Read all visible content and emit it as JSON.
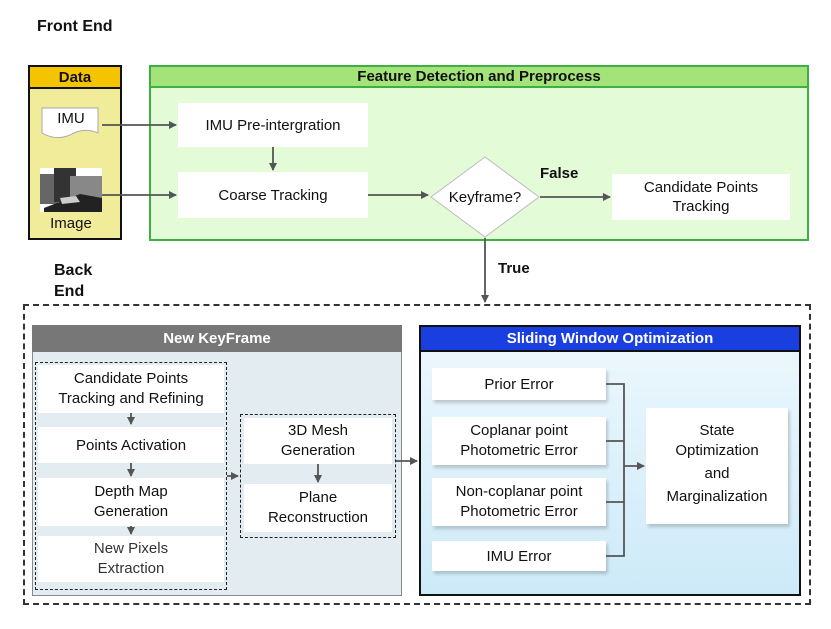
{
  "front_end_label": "Front End",
  "back_end_label": "Back\nEnd",
  "data_panel": {
    "title": "Data",
    "imu": "IMU",
    "image": "Image"
  },
  "feature_panel": {
    "title": "Feature Detection and Preprocess",
    "imu_preint": "IMU Pre-intergration",
    "coarse_tracking": "Coarse Tracking",
    "keyframe": "Keyframe?",
    "false_label": "False",
    "true_label": "True",
    "candidate_tracking": "Candidate Points\nTracking"
  },
  "keyframe_panel": {
    "title": "New KeyFrame",
    "step1": "Candidate Points\nTracking and Refining",
    "step2": "Points Activation",
    "step3": "Depth Map\nGeneration",
    "step4": "New Pixels\nExtraction",
    "mesh": "3D Mesh\nGeneration",
    "plane": "Plane\nReconstruction"
  },
  "sliding_panel": {
    "title": "Sliding Window Optimization",
    "prior": "Prior Error",
    "coplanar": "Coplanar point\nPhotometric Error",
    "noncoplanar": "Non-coplanar point\nPhotometric Error",
    "imu_error": "IMU Error",
    "state_title": "State",
    "state_body": "Optimization\nand\nMarginalization"
  },
  "colors": {
    "data_header": "#f5c400",
    "data_body": "#f1ec9a",
    "feature_border": "#3cb043",
    "feature_header": "#a4e27a",
    "feature_body": "#e4fbd7",
    "keyframe_header": "#777777",
    "keyframe_body": "#e3ecf0",
    "sliding_header": "#1a3fe0",
    "arrow": "#555555"
  }
}
